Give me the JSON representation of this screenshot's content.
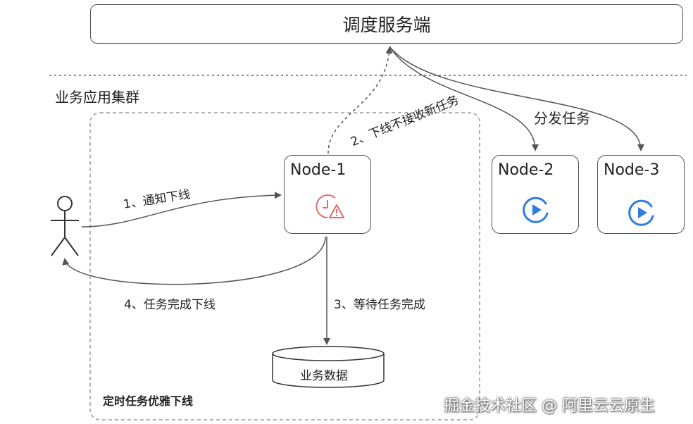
{
  "server": {
    "title": "调度服务端"
  },
  "cluster": {
    "label": "业务应用集群",
    "sub_label": "定时任务优雅下线"
  },
  "nodes": [
    {
      "label": "Node-1",
      "icon": "clock-warning-icon",
      "icon_color": "#e06c6c"
    },
    {
      "label": "Node-2",
      "icon": "play-circle-icon",
      "icon_color": "#2f7de1"
    },
    {
      "label": "Node-3",
      "icon": "play-circle-icon",
      "icon_color": "#2f7de1"
    }
  ],
  "edges": {
    "step1": "1、通知下线",
    "step2": "2、下线不接收新任务",
    "step3": "3、等待任务完成",
    "step4": "4、任务完成下线",
    "dispatch": "分发任务"
  },
  "database": {
    "label": "业务数据"
  },
  "watermark": "掘金技术社区 @ 阿里云云原生"
}
